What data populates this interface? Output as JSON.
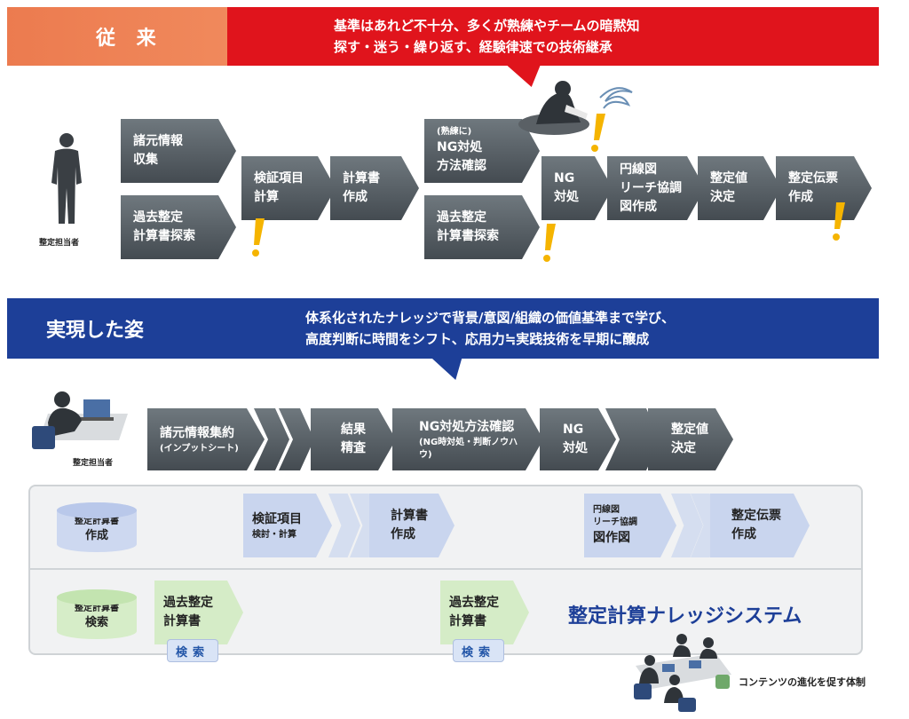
{
  "traditional": {
    "label": "従 来",
    "message_line1": "基準はあれど不十分、多くが熟練やチームの暗黙知",
    "message_line2": "探す・迷う・繰り返す、経験律速での技術継承",
    "person_caption": "整定担当者",
    "steps": {
      "specs_l1": "諸元情報",
      "specs_l2": "収集",
      "past_l1": "過去整定",
      "past_l2": "計算書探索",
      "verify_l1": "検証項目",
      "verify_l2": "計算",
      "doc_l1": "計算書",
      "doc_l2": "作成",
      "ngmethod_small": "(熟練に)",
      "ngmethod_l1": "NG対処",
      "ngmethod_l2": "方法確認",
      "past2_l1": "過去整定",
      "past2_l2": "計算書探索",
      "ng_l1": "NG",
      "ng_l2": "対処",
      "circle_l1": "円線図",
      "circle_l2": "リーチ協調",
      "circle_l3": "図作成",
      "value_l1": "整定値",
      "value_l2": "決定",
      "slip_l1": "整定伝票",
      "slip_l2": "作成"
    }
  },
  "realized": {
    "label": "実現した姿",
    "message_line1": "体系化されたナレッジで背景/意図/組織の価値基準まで学び、",
    "message_line2": "高度判断に時間をシフト、応用力≒実践技術を早期に醸成",
    "person_caption": "整定担当者",
    "steps": {
      "specs_l1": "諸元情報集約",
      "specs_small": "(インプットシート)",
      "result_l1": "結果",
      "result_l2": "精査",
      "ngmethod_l1": "NG対処方法確認",
      "ngmethod_small": "(NG時対処・判断ノウハウ)",
      "ng_l1": "NG",
      "ng_l2": "対処",
      "value_l1": "整定値",
      "value_l2": "決定"
    }
  },
  "system": {
    "title": "整定計算ナレッジシステム",
    "db_create_l1": "整定計算書",
    "db_create_l2": "作成",
    "db_search_l1": "整定計算書",
    "db_search_l2": "検索",
    "verify_l1": "検証項目",
    "verify_small": "検討・計算",
    "doc_l1": "計算書",
    "doc_l2": "作成",
    "circle_l1": "円線図",
    "circle_l2": "リーチ協調",
    "circle_l3": "図作図",
    "slip_l1": "整定伝票",
    "slip_l2": "作成",
    "past_l1": "過去整定",
    "past_l2": "計算書",
    "past2_l1": "過去整定",
    "past2_l2": "計算書",
    "search_label": "検索",
    "search2_label": "検索"
  },
  "footer_caption": "コンテンツの進化を促す体制",
  "colors": {
    "orange": "#ec7b4f",
    "red": "#e0141c",
    "navy": "#1d3f98",
    "dark_step": "#4f575d",
    "light_blue": "#c9d5ee",
    "light_green": "#d5ecc7",
    "exclaim": "#f5b400"
  },
  "icons": [
    "person-silhouette-icon",
    "stressed-worker-icon",
    "laptop-worker-icon",
    "team-meeting-icon",
    "exclamation-icon",
    "database-icon"
  ]
}
